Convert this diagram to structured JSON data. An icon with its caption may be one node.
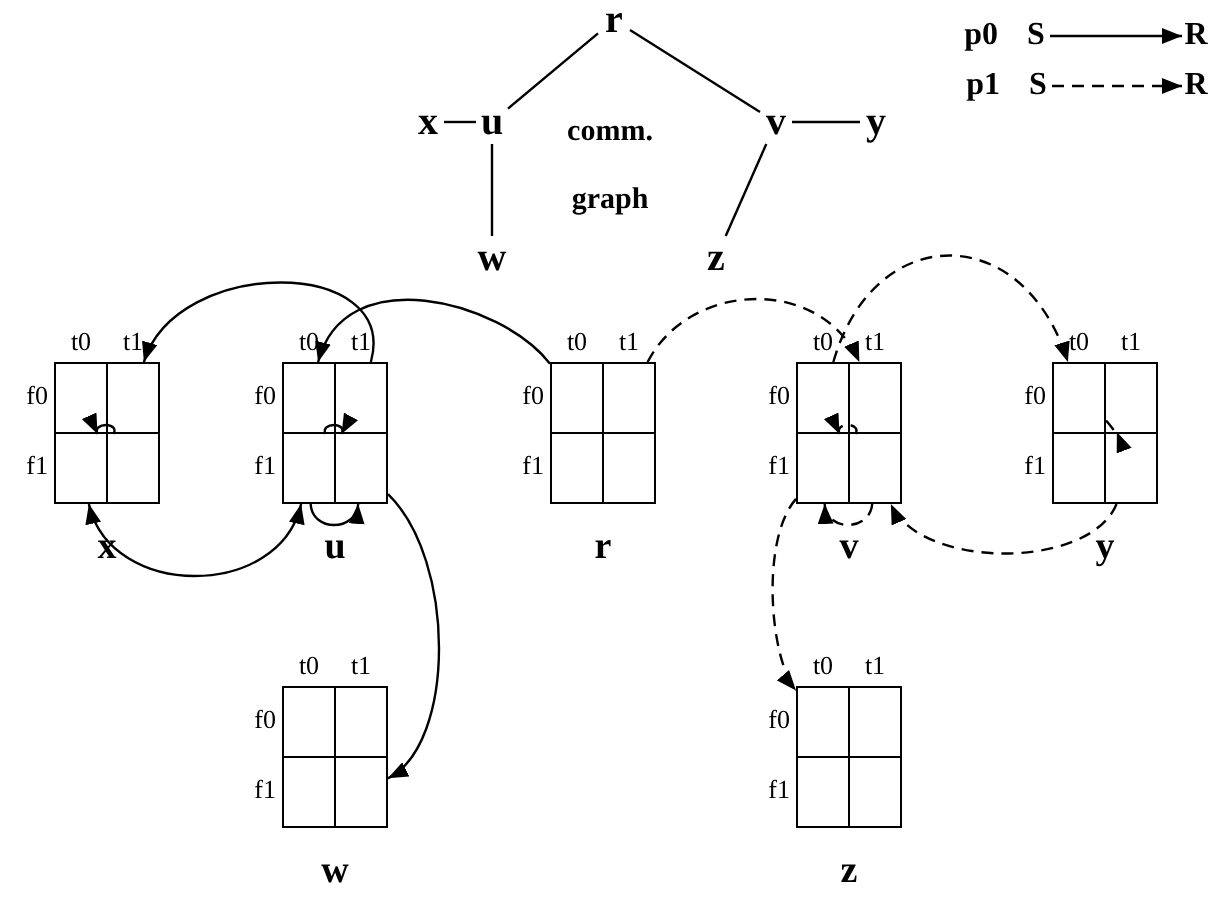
{
  "diagram": {
    "nodes": [
      {
        "text": [
          "r"
        ]
      },
      {
        "text": [
          "x"
        ]
      },
      {
        "text": [
          "u"
        ]
      },
      {
        "text": [
          "v"
        ]
      },
      {
        "text": [
          "y"
        ]
      },
      {
        "text": [
          "w"
        ]
      },
      {
        "text": [
          "z"
        ]
      },
      {
        "text": [
          "S"
        ],
        "beside": [
          "p0"
        ]
      },
      {
        "text": [
          "R"
        ]
      },
      {
        "text": [
          "S"
        ],
        "beside": [
          "p1"
        ]
      },
      {
        "text": [
          "R"
        ]
      },
      {
        "text": [
          "x"
        ],
        "beside": [
          "t0",
          "t1",
          "f0",
          "f1"
        ]
      },
      {
        "text": [],
        "shape": "box",
        "in": 11
      },
      {
        "text": [],
        "shape": "box",
        "in": 11
      },
      {
        "text": [],
        "shape": "box",
        "in": 11
      },
      {
        "text": [],
        "shape": "box",
        "in": 11
      },
      {
        "text": [
          "u"
        ],
        "beside": [
          "t0",
          "t1",
          "f0",
          "f1"
        ]
      },
      {
        "text": [],
        "shape": "box",
        "in": 16
      },
      {
        "text": [],
        "shape": "box",
        "in": 16
      },
      {
        "text": [],
        "shape": "box",
        "in": 16
      },
      {
        "text": [],
        "shape": "box",
        "in": 16
      },
      {
        "text": [
          "r"
        ],
        "beside": [
          "t0",
          "t1",
          "f0",
          "f1"
        ]
      },
      {
        "text": [],
        "shape": "box",
        "in": 21
      },
      {
        "text": [],
        "shape": "box",
        "in": 21
      },
      {
        "text": [],
        "shape": "box",
        "in": 21
      },
      {
        "text": [],
        "shape": "box",
        "in": 21
      },
      {
        "text": [
          "v"
        ],
        "beside": [
          "t0",
          "t1",
          "f0",
          "f1"
        ]
      },
      {
        "text": [],
        "shape": "box",
        "in": 26
      },
      {
        "text": [],
        "shape": "box",
        "in": 26
      },
      {
        "text": [],
        "shape": "box",
        "in": 26
      },
      {
        "text": [],
        "shape": "box",
        "in": 26
      },
      {
        "text": [
          "y"
        ],
        "beside": [
          "t0",
          "t1",
          "f0",
          "f1"
        ]
      },
      {
        "text": [],
        "shape": "box",
        "in": 31
      },
      {
        "text": [],
        "shape": "box",
        "in": 31
      },
      {
        "text": [],
        "shape": "box",
        "in": 31
      },
      {
        "text": [],
        "shape": "box",
        "in": 31
      },
      {
        "text": [
          "w"
        ],
        "beside": [
          "t0",
          "t1",
          "f0",
          "f1"
        ]
      },
      {
        "text": [],
        "shape": "box",
        "in": 36
      },
      {
        "text": [],
        "shape": "box",
        "in": 36
      },
      {
        "text": [],
        "shape": "box",
        "in": 36
      },
      {
        "text": [],
        "shape": "box",
        "in": 36
      },
      {
        "text": [
          "z"
        ],
        "beside": [
          "t0",
          "t1",
          "f0",
          "f1"
        ]
      },
      {
        "text": [],
        "shape": "box",
        "in": 41
      },
      {
        "text": [],
        "shape": "box",
        "in": 41
      },
      {
        "text": [],
        "shape": "box",
        "in": 41
      },
      {
        "text": [],
        "shape": "box",
        "in": 41
      }
    ],
    "edges": [
      {
        "from": 0,
        "to": 2,
        "arrow": "none"
      },
      {
        "from": 0,
        "to": 3,
        "arrow": "none"
      },
      {
        "from": 1,
        "to": 2,
        "arrow": "none"
      },
      {
        "from": 2,
        "to": 5,
        "arrow": "none"
      },
      {
        "from": 3,
        "to": 4,
        "arrow": "none"
      },
      {
        "from": 3,
        "to": 6,
        "arrow": "none"
      },
      {
        "from": 7,
        "to": 8,
        "arrow": "to"
      },
      {
        "from": 9,
        "to": 10,
        "arrow": "to",
        "style": "dashed"
      },
      {
        "from": 18,
        "to": 13,
        "arrow": "to"
      },
      {
        "from": 13,
        "to": 12,
        "arrow": "to"
      },
      {
        "from": 14,
        "to": 19,
        "arrow": "both"
      },
      {
        "from": 22,
        "to": 17,
        "arrow": "to"
      },
      {
        "from": 17,
        "to": 18,
        "arrow": "to"
      },
      {
        "from": 19,
        "to": 20,
        "arrow": "to"
      },
      {
        "from": 20,
        "to": 40,
        "arrow": "to"
      },
      {
        "from": 23,
        "to": 28,
        "arrow": "to",
        "style": "dashed"
      },
      {
        "from": 28,
        "to": 27,
        "arrow": "to",
        "style": "dashed"
      },
      {
        "from": 27,
        "to": 32,
        "arrow": "to",
        "style": "dashed"
      },
      {
        "from": 32,
        "to": 35,
        "arrow": "to",
        "style": "dashed"
      },
      {
        "from": 35,
        "to": 30,
        "arrow": "to",
        "style": "dashed"
      },
      {
        "from": 30,
        "to": 29,
        "arrow": "to",
        "style": "dashed"
      },
      {
        "from": 29,
        "to": 42,
        "arrow": "to",
        "style": "dashed"
      }
    ],
    "labels": [
      "comm.",
      "graph"
    ]
  }
}
